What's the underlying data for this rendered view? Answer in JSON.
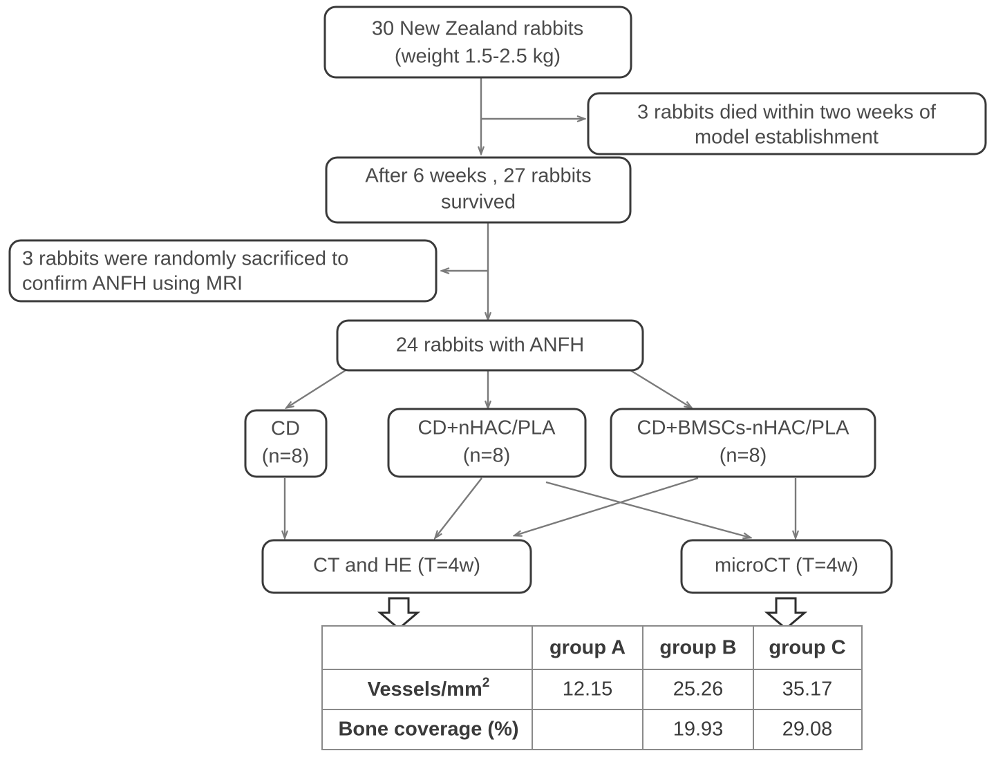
{
  "diagram": {
    "title": "Experimental flowchart of rabbit ANFH model study",
    "accent_color": "#3a3a3a",
    "connector_color": "#7a7a7a",
    "nodes": [
      {
        "id": "rabbits-total",
        "lines": [
          "30  New Zealand rabbits",
          "(weight 1.5-2.5 kg)"
        ],
        "align": "center"
      },
      {
        "id": "rabbits-died",
        "lines": [
          "3 rabbits died within two weeks of",
          "model establishment"
        ],
        "align": "center"
      },
      {
        "id": "rabbits-survived",
        "lines": [
          "After 6 weeks , 27 rabbits",
          "survived"
        ],
        "align": "center"
      },
      {
        "id": "rabbits-sacrificed",
        "lines": [
          "3 rabbits were randomly sacrificed to",
          "confirm ANFH using MRI"
        ],
        "align": "left"
      },
      {
        "id": "rabbits-anfh",
        "lines": [
          "24 rabbits with ANFH"
        ],
        "align": "center"
      },
      {
        "id": "group-cd",
        "lines": [
          "CD",
          "(n=8)"
        ],
        "align": "center"
      },
      {
        "id": "group-cd-nhac",
        "lines": [
          "CD+nHAC/PLA",
          "(n=8)"
        ],
        "align": "center"
      },
      {
        "id": "group-cd-bmscs",
        "lines": [
          "CD+BMSCs-nHAC/PLA",
          "(n=8)"
        ],
        "align": "center"
      },
      {
        "id": "assay-ct-he",
        "lines": [
          "CT and HE (T=4w)"
        ],
        "align": "center"
      },
      {
        "id": "assay-microct",
        "lines": [
          "microCT (T=4w)"
        ],
        "align": "center"
      }
    ]
  },
  "chart_data": {
    "type": "table",
    "title": "Results summary",
    "columns": [
      "",
      "group A",
      "group B",
      "group C"
    ],
    "rows": [
      {
        "label": "Vessels/mm",
        "label_superscript": "2",
        "values": [
          "12.15",
          "25.26",
          "35.17"
        ]
      },
      {
        "label": "Bone coverage (%)",
        "label_superscript": "",
        "values": [
          "",
          "19.93",
          "29.08"
        ]
      }
    ]
  }
}
